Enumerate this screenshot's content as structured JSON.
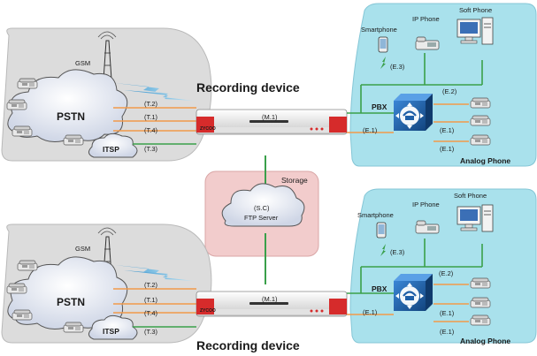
{
  "top": {
    "device_title": "Recording device",
    "device_id": "(M.1)",
    "brand": "ZYCOO",
    "left": {
      "gsm": "GSM",
      "pstn": "PSTN",
      "itsp": "ITSP",
      "links": [
        "(T.2)",
        "(T.1)",
        "(T.4)",
        "(T.3)"
      ]
    },
    "right": {
      "smartphone": "Smartphone",
      "ip_phone": "IP Phone",
      "soft_phone": "Soft Phone",
      "pbx": "PBX",
      "e3": "(E.3)",
      "e2": "(E.2)",
      "e1_left": "(E.1)",
      "e1_r1": "(E.1)",
      "e1_r2": "(E.1)",
      "analog": "Analog Phone"
    }
  },
  "storage": {
    "title": "Storage",
    "code": "(S.C)",
    "server": "FTP Server"
  },
  "bottom": {
    "device_title": "Recording device",
    "device_id": "(M.1)",
    "brand": "ZYCOO",
    "left": {
      "gsm": "GSM",
      "pstn": "PSTN",
      "itsp": "ITSP",
      "links": [
        "(T.2)",
        "(T.1)",
        "(T.4)",
        "(T.3)"
      ]
    },
    "right": {
      "smartphone": "Smartphone",
      "ip_phone": "IP Phone",
      "soft_phone": "Soft Phone",
      "pbx": "PBX",
      "e3": "(E.3)",
      "e2": "(E.2)",
      "e1_left": "(E.1)",
      "e1_r1": "(E.1)",
      "e1_r2": "(E.1)",
      "analog": "Analog Phone"
    }
  },
  "colors": {
    "left_panel": "#dcdcdc",
    "right_panel": "#a9e1ec",
    "storage_panel": "#f2cccc",
    "orange_line": "#f29a4a",
    "green_line": "#3aa04a",
    "pbx_blue": "#1f5fa8"
  }
}
